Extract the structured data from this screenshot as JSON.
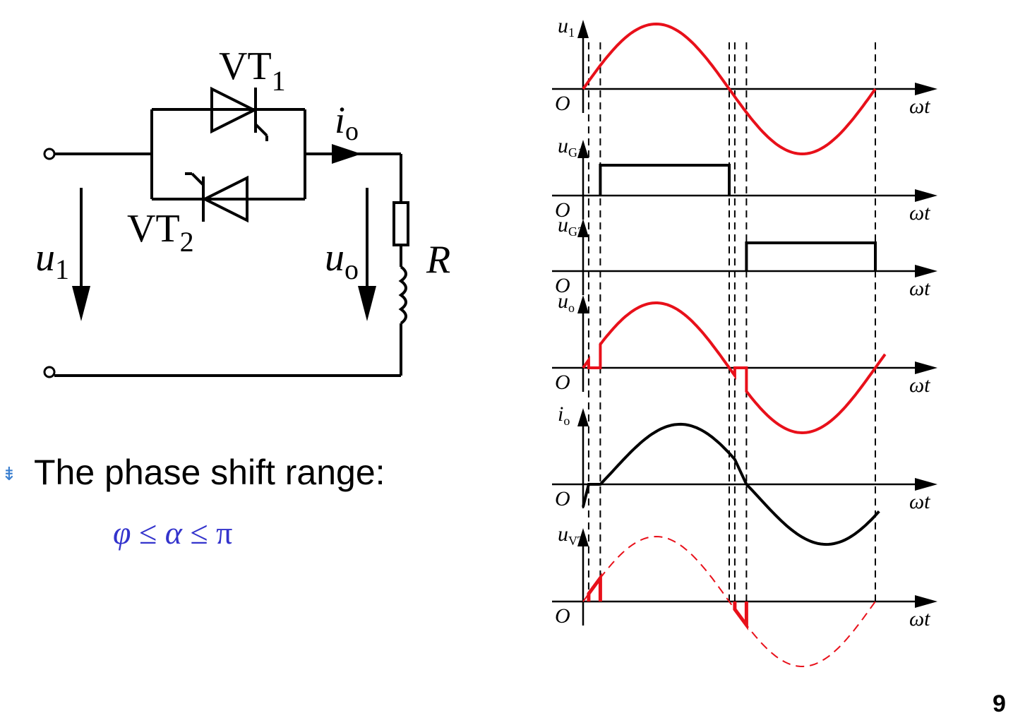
{
  "circuit": {
    "vt1": {
      "main": "VT",
      "sub": "1"
    },
    "vt2": {
      "main": "VT",
      "sub": "2"
    },
    "io": {
      "main": "i",
      "sub": "o"
    },
    "u1": {
      "main": "u",
      "sub": "1"
    },
    "uo": {
      "main": "u",
      "sub": "o"
    },
    "r": "R"
  },
  "bullet": {
    "text": "The phase shift range:",
    "formula": {
      "phi": "φ",
      "le1": " ≤ ",
      "alpha": "α",
      "le2": " ≤ ",
      "pi": "π"
    }
  },
  "page_number": "9",
  "waveforms": {
    "panels": [
      {
        "label": {
          "main": "u",
          "sub": "1"
        },
        "origin": "O",
        "axis": "ωt"
      },
      {
        "label": {
          "main": "u",
          "sub": "G1"
        },
        "origin": "O",
        "axis": "ωt"
      },
      {
        "label": {
          "main": "u",
          "sub": "G2"
        },
        "origin": "O",
        "axis": "ωt"
      },
      {
        "label": {
          "main": "u",
          "sub": "o"
        },
        "origin": "O",
        "axis": "ωt"
      },
      {
        "label": {
          "main": "i",
          "sub": "o"
        },
        "origin": "O",
        "axis": "ωt"
      },
      {
        "label": {
          "main": "u",
          "sub": "VT"
        },
        "origin": "O",
        "axis": "ωt"
      }
    ]
  },
  "colors": {
    "red": "#e8101a",
    "black": "#000000",
    "formula": "#3333cc",
    "bullet": "#3a7fd0"
  }
}
